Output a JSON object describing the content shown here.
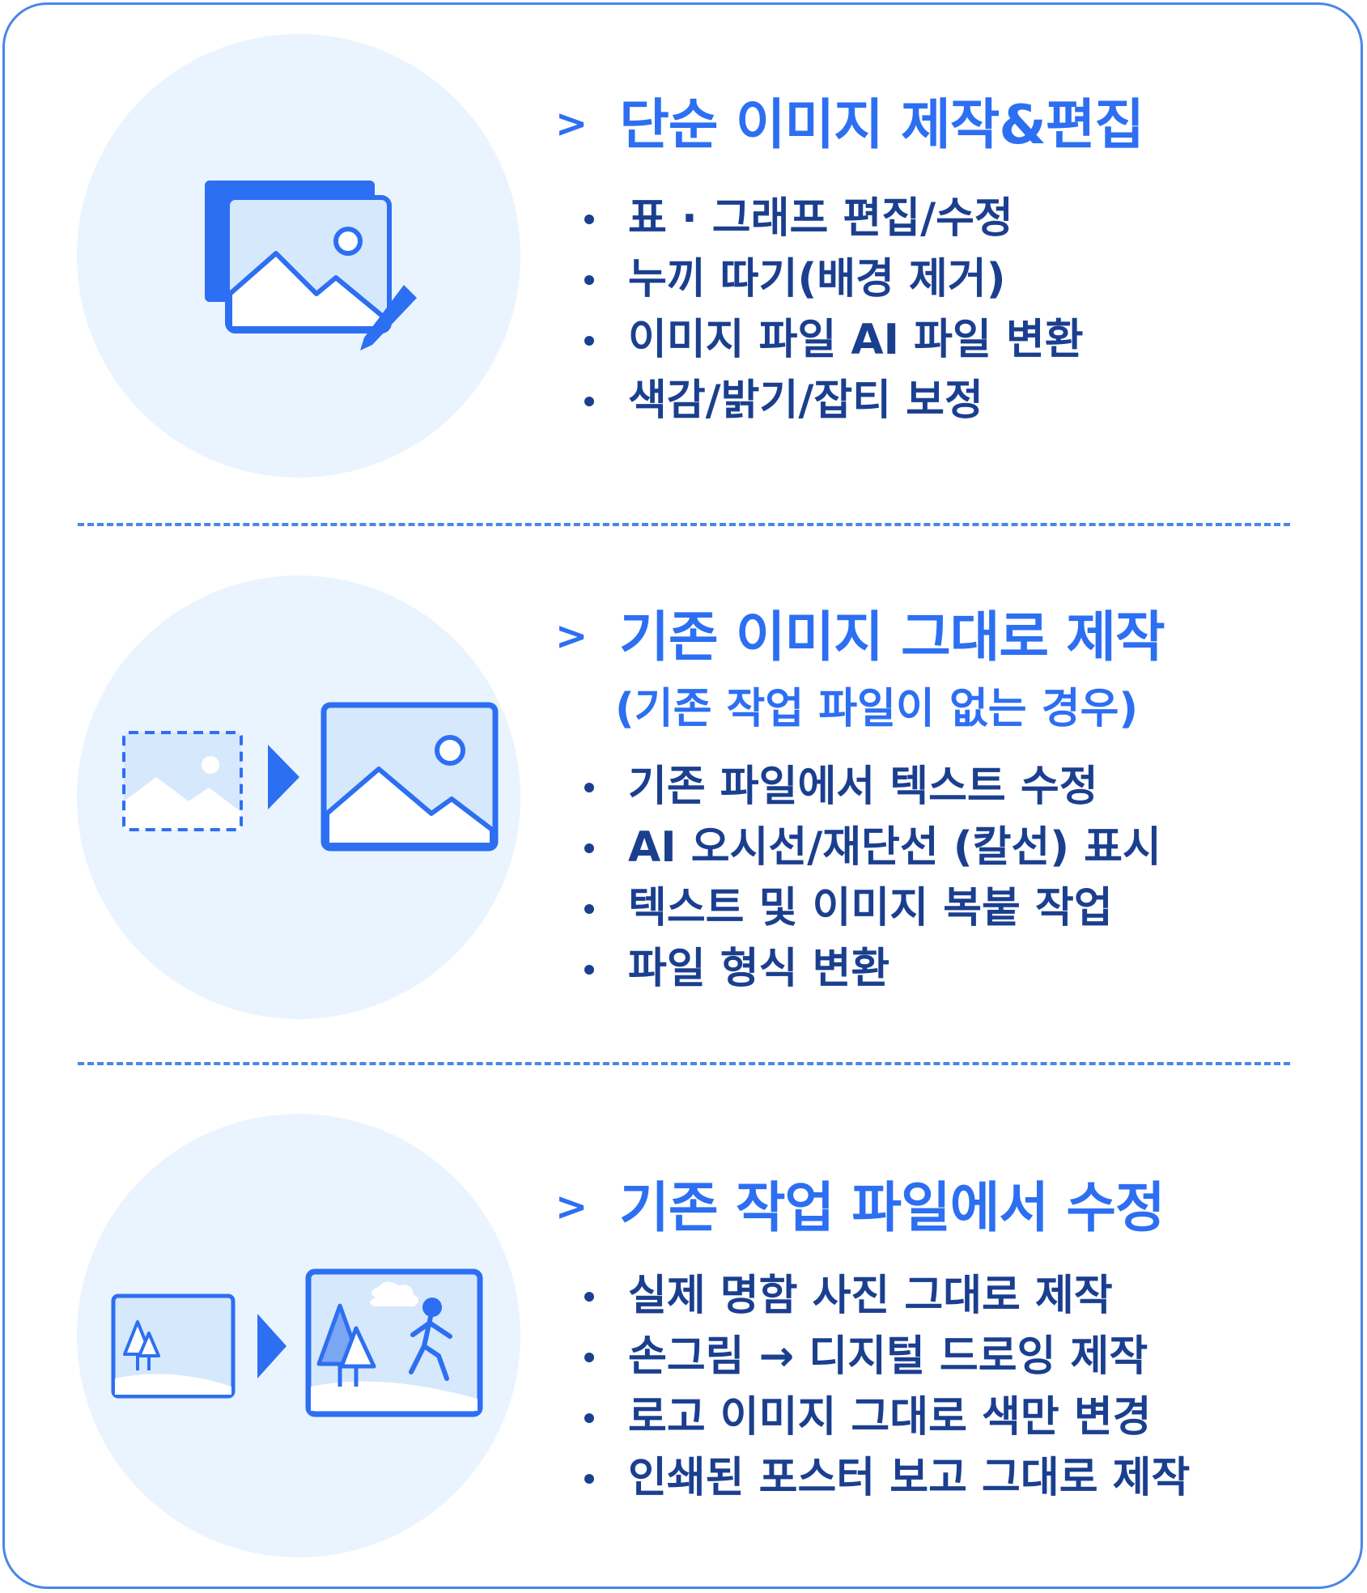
{
  "sections": [
    {
      "icon": "image-edit-icon",
      "title": "단순 이미지 제작&편집",
      "items": [
        "표 · 그래프 편집/수정",
        "누끼 따기(배경 제거)",
        "이미지 파일 AI 파일 변환",
        "색감/밝기/잡티 보정"
      ]
    },
    {
      "icon": "image-recreate-icon",
      "title": "기존 이미지 그대로 제작",
      "subtitle": "(기존 작업 파일이 없는 경우)",
      "items": [
        "기존 파일에서 텍스트 수정",
        "AI 오시선/재단선 (칼선) 표시",
        "텍스트 및 이미지 복붙 작업",
        "파일 형식 변환"
      ]
    },
    {
      "icon": "work-file-edit-icon",
      "title": "기존 작업 파일에서 수정",
      "items": [
        "실제 명함 사진 그대로 제작",
        "손그림 → 디지털 드로잉 제작",
        "로고 이미지 그대로 색만 변경",
        "인쇄된 포스터 보고 그대로 제작"
      ]
    }
  ],
  "colors": {
    "accent": "#2d6ff2",
    "text": "#1b3f8f",
    "circle": "#e9f4fe",
    "border": "#4a86e8"
  }
}
